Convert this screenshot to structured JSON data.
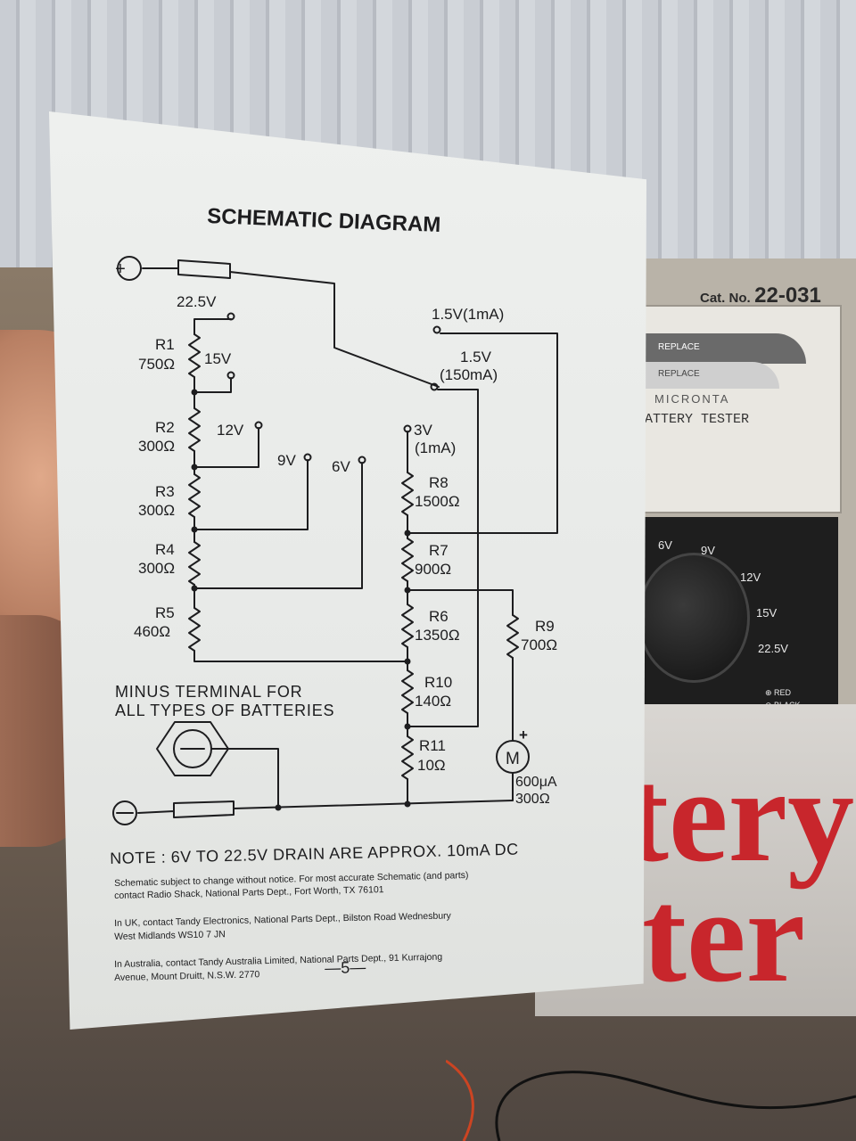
{
  "title": "SCHEMATIC DIAGRAM",
  "terminals": {
    "plus_symbol": "+",
    "minus_symbol": "−",
    "minus_terminal_label_line1": "MINUS TERMINAL FOR",
    "minus_terminal_label_line2": "ALL TYPES OF BATTERIES"
  },
  "switch_positions": {
    "v22_5": "22.5V",
    "v15": "15V",
    "v12": "12V",
    "v9": "9V",
    "v6": "6V",
    "v1_5_1ma": "1.5V(1mA)",
    "v1_5_150ma_line1": "1.5V",
    "v1_5_150ma_line2": "(150mA)",
    "v3_line1": "3V",
    "v3_line2": "(1mA)"
  },
  "resistors": [
    {
      "name": "R1",
      "value": "750Ω"
    },
    {
      "name": "R2",
      "value": "300Ω"
    },
    {
      "name": "R3",
      "value": "300Ω"
    },
    {
      "name": "R4",
      "value": "300Ω"
    },
    {
      "name": "R5",
      "value": "460Ω"
    },
    {
      "name": "R8",
      "value": "1500Ω"
    },
    {
      "name": "R7",
      "value": "900Ω"
    },
    {
      "name": "R6",
      "value": "1350Ω"
    },
    {
      "name": "R10",
      "value": "140Ω"
    },
    {
      "name": "R11",
      "value": "10Ω"
    },
    {
      "name": "R9",
      "value": "700Ω"
    }
  ],
  "meter": {
    "symbol": "M",
    "polarity": "+",
    "current": "600μA",
    "resistance": "300Ω"
  },
  "note": "NOTE : 6V TO 22.5V DRAIN ARE APPROX. 10mA DC",
  "fine_print": [
    "Schematic subject to change without notice. For most accurate Schematic (and parts)",
    "contact Radio Shack, National Parts Dept., Fort Worth, TX 76101",
    "In UK, contact Tandy Electronics, National Parts Dept., Bilston Road Wednesbury",
    "West Midlands WS10 7 JN",
    "In Australia, contact Tandy Australia Limited, National Parts Dept., 91 Kurrajong",
    "Avenue, Mount Druitt, N.S.W. 2770"
  ],
  "page_number": "—5—",
  "background_box": {
    "cat_label": "Cat. No.",
    "cat_number": "22-031",
    "brand": "MICRONTA",
    "meter_title": "BATTERY TESTER",
    "scale_replace_1": "REPLACE",
    "scale_replace_2": "REPLACE",
    "dial_labels": [
      "6V",
      "9V",
      "12V",
      "15V",
      "22.5V"
    ],
    "lead_red": "⊕ RED",
    "lead_black": "⊖ BLACK",
    "big_text_1": "tery",
    "big_text_2": "ter"
  }
}
